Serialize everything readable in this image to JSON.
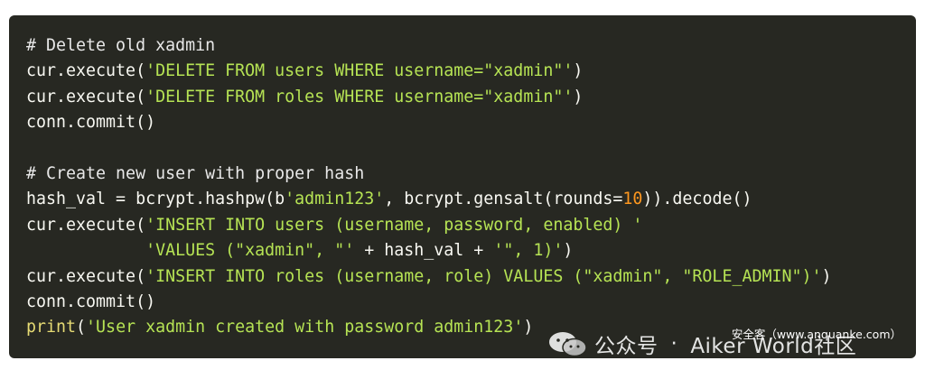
{
  "code_block": {
    "lines": [
      [
        {
          "t": "comment",
          "v": "# Delete old xadmin"
        }
      ],
      [
        {
          "t": "plain",
          "v": "cur.execute("
        },
        {
          "t": "string",
          "v": "'DELETE FROM users WHERE username=\"xadmin\"'"
        },
        {
          "t": "plain",
          "v": ")"
        }
      ],
      [
        {
          "t": "plain",
          "v": "cur.execute("
        },
        {
          "t": "string",
          "v": "'DELETE FROM roles WHERE username=\"xadmin\"'"
        },
        {
          "t": "plain",
          "v": ")"
        }
      ],
      [
        {
          "t": "plain",
          "v": "conn.commit()"
        }
      ],
      [],
      [
        {
          "t": "comment",
          "v": "# Create new user with proper hash"
        }
      ],
      [
        {
          "t": "plain",
          "v": "hash_val = bcrypt.hashpw(b"
        },
        {
          "t": "string",
          "v": "'admin123'"
        },
        {
          "t": "plain",
          "v": ", bcrypt.gensalt(rounds="
        },
        {
          "t": "number",
          "v": "10"
        },
        {
          "t": "plain",
          "v": ")).decode()"
        }
      ],
      [
        {
          "t": "plain",
          "v": "cur.execute("
        },
        {
          "t": "string",
          "v": "'INSERT INTO users (username, password, enabled) '"
        }
      ],
      [
        {
          "t": "plain",
          "v": "            "
        },
        {
          "t": "string",
          "v": "'VALUES (\"xadmin\", \"'"
        },
        {
          "t": "plain",
          "v": " + hash_val + "
        },
        {
          "t": "string",
          "v": "'\", 1)'"
        },
        {
          "t": "plain",
          "v": ")"
        }
      ],
      [
        {
          "t": "plain",
          "v": "cur.execute("
        },
        {
          "t": "string",
          "v": "'INSERT INTO roles (username, role) VALUES (\"xadmin\", \"ROLE_ADMIN\")'"
        },
        {
          "t": "plain",
          "v": ")"
        }
      ],
      [
        {
          "t": "plain",
          "v": "conn.commit()"
        }
      ],
      [
        {
          "t": "builtin",
          "v": "print"
        },
        {
          "t": "plain",
          "v": "("
        },
        {
          "t": "string",
          "v": "'User xadmin created with password admin123'"
        },
        {
          "t": "plain",
          "v": ")"
        }
      ]
    ]
  },
  "watermark": {
    "channel": "公众号",
    "separator": "·",
    "name": "Aiker World社区",
    "logo_icon": "wechat-official-account-icon"
  },
  "source_note": "安全客（www.anquanke.com）",
  "colors": {
    "background": "#272822",
    "comment": "#e8e8e8",
    "string": "#b6e354",
    "number": "#fd971f",
    "builtin": "#e6db74",
    "plain": "#f8f8f2"
  }
}
